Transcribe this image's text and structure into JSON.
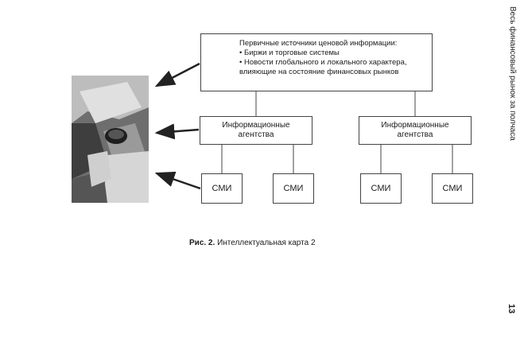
{
  "header": {
    "running_title": "Весь финансовый рынок за полчаса",
    "page_number": "13"
  },
  "diagram": {
    "top_box": {
      "title": "Первичные источники ценовой информации:",
      "items": [
        "• Биржи и торговые системы",
        "• Новости глобального и локального характера,",
        "влияющие на состояние финансовых рынков"
      ]
    },
    "agencies": [
      {
        "line1": "Информационные",
        "line2": "агентства"
      },
      {
        "line1": "Информационные",
        "line2": "агентства"
      }
    ],
    "media": [
      "СМИ",
      "СМИ",
      "СМИ",
      "СМИ"
    ]
  },
  "caption": {
    "label": "Рис. 2.",
    "text": "Интеллектуальная карта 2"
  }
}
